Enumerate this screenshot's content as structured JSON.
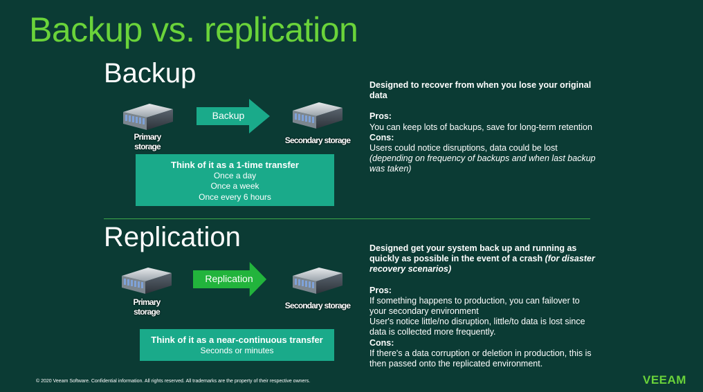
{
  "slide": {
    "title": "Backup vs. replication"
  },
  "backup": {
    "heading": "Backup",
    "primary_label_1": "Primary",
    "primary_label_2": "storage",
    "arrow_label": "Backup",
    "secondary_label": "Secondary storage",
    "box": {
      "headline": "Think of it as a 1-time transfer",
      "lines": [
        "Once a day",
        "Once a week",
        "Once every 6 hours"
      ]
    },
    "description": {
      "summary": "Designed to recover from when you lose your original data",
      "pros_label": "Pros:",
      "pros_text": "You can keep lots of backups, save for long-term retention",
      "cons_label": "Cons:",
      "cons_text": "Users could notice disruptions, data could be lost",
      "cons_note": "(depending on frequency of backups and when last backup was taken)"
    }
  },
  "replication": {
    "heading": "Replication",
    "primary_label_1": "Primary",
    "primary_label_2": "storage",
    "arrow_label": "Replication",
    "secondary_label": "Secondary storage",
    "box": {
      "headline": "Think of it as a near-continuous transfer",
      "lines": [
        "Seconds or minutes"
      ]
    },
    "description": {
      "summary": "Designed get your system back up and running as quickly as possible in the event of a crash",
      "summary_note": "(for disaster recovery scenarios)",
      "pros_label": "Pros:",
      "pros_text_1": "If something happens to production, you can failover to your secondary environment",
      "pros_text_2": "User's notice little/no disruption, little/to data is lost since data is collected more frequently.",
      "cons_label": "Cons:",
      "cons_text": "If there's a data corruption or deletion in production, this is then passed onto the replicated environment."
    }
  },
  "footer": {
    "copyright": "© 2020 Veeam Software. Confidential information. All rights reserved. All trademarks are the property of their respective owners.",
    "logo": "VEEAM"
  },
  "colors": {
    "background": "#0b3b34",
    "title_green": "#6ad33a",
    "teal_box": "#1aaa8a",
    "backup_arrow": "#1aaa8a",
    "replication_arrow": "#22b43c"
  },
  "icons": {
    "server": "server-rack-icon",
    "arrow": "right-arrow-icon"
  }
}
